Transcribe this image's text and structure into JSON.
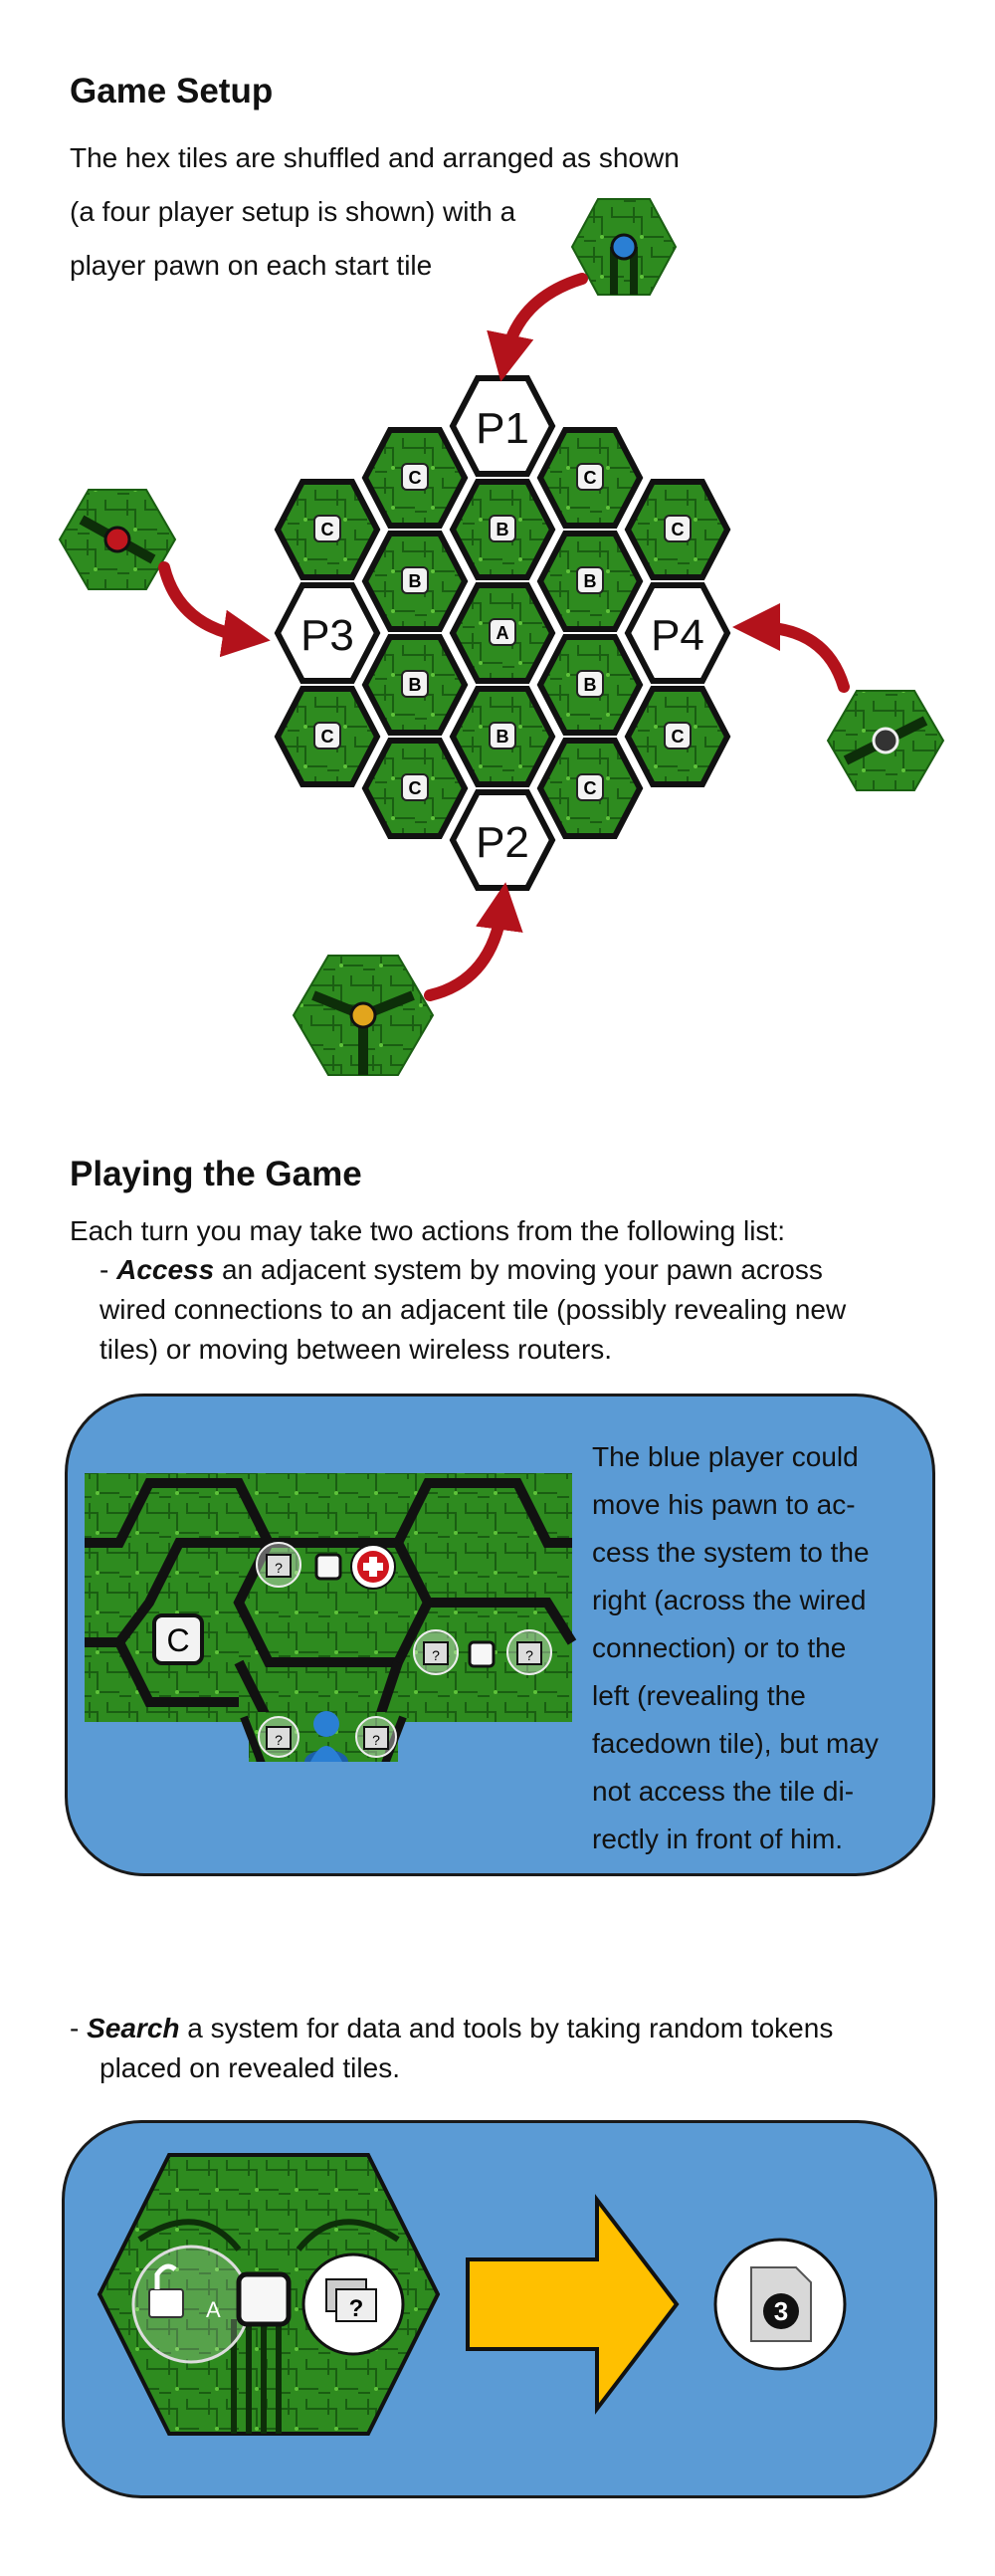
{
  "setup": {
    "heading": "Game Setup",
    "lines": [
      "The hex tiles are shuffled and arranged as shown",
      "(a four player setup is shown) with a",
      "player pawn on each start tile"
    ],
    "tile_labels": {
      "p1": "P1",
      "p2": "P2",
      "p3": "P3",
      "p4": "P4",
      "a": "A",
      "b": "B",
      "c": "C"
    }
  },
  "playing": {
    "heading": "Playing the Game",
    "intro": "Each turn you may take two actions from the following list:",
    "access": {
      "prefix": "- ",
      "keyword": "Access",
      "line1_rest": " an adjacent system by moving your pawn across",
      "cont_lines": [
        "wired connections to an adjacent tile (possibly revealing new",
        "tiles) or moving between wireless routers."
      ]
    },
    "access_panel": {
      "lines": [
        "The blue player could",
        "move his pawn to ac-",
        "cess the system to the",
        "right (across the wired",
        "connection) or to the",
        "left (revealing the",
        "facedown tile), but may",
        "not access the tile di-",
        "rectly in front of him."
      ],
      "tile_letter": "C",
      "token_glyph": "?"
    },
    "search": {
      "prefix": "- ",
      "keyword": "Search",
      "line1_rest": " a system for data and tools by taking random tokens",
      "cont_lines": [
        "placed on revealed tiles."
      ]
    },
    "search_panel": {
      "lock_label": "A",
      "token_glyph": "?",
      "result_number": "3"
    }
  },
  "colors": {
    "board_green": "#2e8b1f",
    "dark_green": "#1a5e12",
    "panel_blue": "#5b9bd5",
    "arrow_red": "#b3121b",
    "arrow_yellow": "#ffc000",
    "pawn_blue": "#2a7fd4"
  }
}
